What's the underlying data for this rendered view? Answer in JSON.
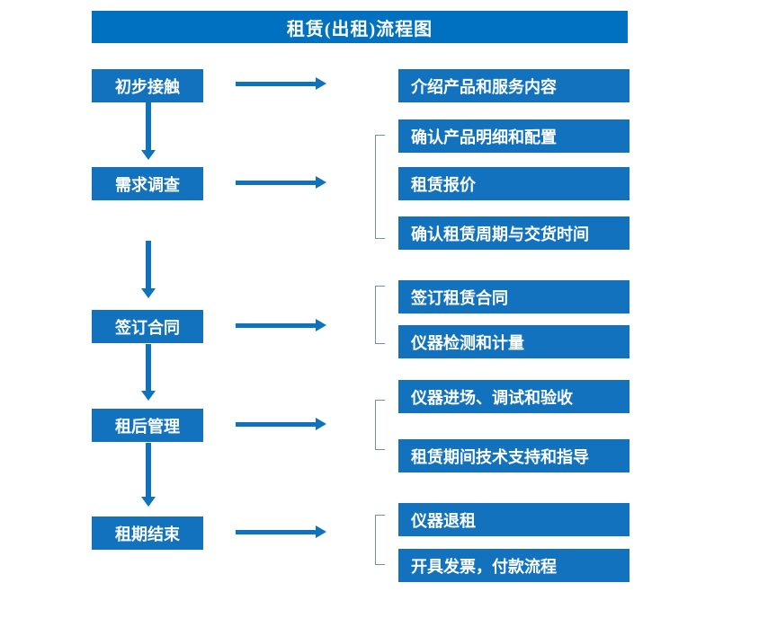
{
  "diagram": {
    "title": "租赁(出租)流程图",
    "colors": {
      "title_bar": "#0070C0",
      "box": "#1272BE",
      "arrow": "#0F72BC",
      "bracket": "#7490AE",
      "text": "#FFFFFF",
      "background": "#FFFFFF"
    },
    "stages": [
      {
        "label": "初步接触",
        "details": [
          "介绍产品和服务内容"
        ],
        "bracketed": false
      },
      {
        "label": "需求调查",
        "details": [
          "确认产品明细和配置",
          "租赁报价",
          "确认租赁周期与交货时间"
        ],
        "bracketed": true
      },
      {
        "label": "签订合同",
        "details": [
          "签订租赁合同",
          "仪器检测和计量"
        ],
        "bracketed": true
      },
      {
        "label": "租后管理",
        "details": [
          "仪器进场、调试和验收",
          "租赁期间技术支持和指导"
        ],
        "bracketed": true
      },
      {
        "label": "租期结束",
        "details": [
          "仪器退租",
          "开具发票，付款流程"
        ],
        "bracketed": true
      }
    ]
  }
}
